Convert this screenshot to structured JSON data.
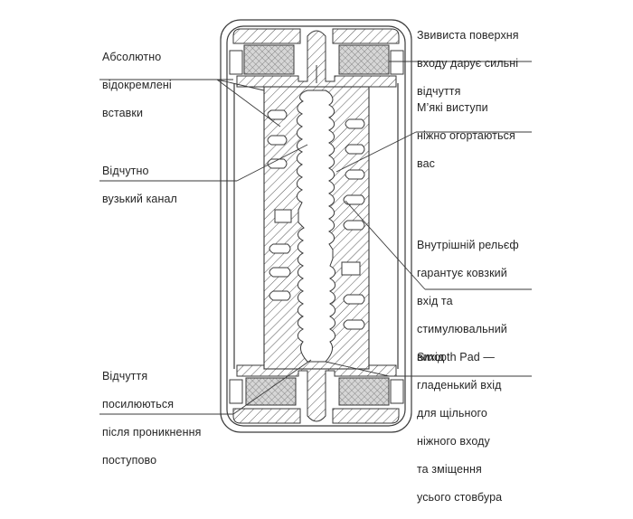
{
  "labels": {
    "left": [
      {
        "id": "inserts",
        "lines": [
          "Абсолютно",
          "відокремлені",
          "вставки"
        ]
      },
      {
        "id": "channel",
        "lines": [
          "Відчутно",
          "вузький канал"
        ]
      },
      {
        "id": "sensations",
        "lines": [
          "Відчуття",
          "посилюються",
          "після проникнення",
          "поступово"
        ]
      }
    ],
    "right": [
      {
        "id": "surface",
        "lines": [
          "Звивиста поверхня",
          "входу дарує сильні",
          "відчуття"
        ]
      },
      {
        "id": "bumps",
        "lines": [
          "М’які виступи",
          "ніжно огортаються",
          "вас"
        ]
      },
      {
        "id": "relief",
        "lines": [
          "Внутрішній рельєф",
          "гарантує ковзкий",
          "вхід та",
          "стимулювальний",
          "вихід"
        ]
      },
      {
        "id": "smoothpad",
        "lines": [
          "Smooth Pad —",
          "гладенький вхід",
          "для щільного",
          "ніжного входу",
          "та зміщення",
          "усього стовбура"
        ]
      }
    ]
  },
  "colors": {
    "line": "#3a3a3a",
    "hatch": "#555555",
    "pad_fill": "#d9d9d9",
    "background": "#ffffff"
  }
}
